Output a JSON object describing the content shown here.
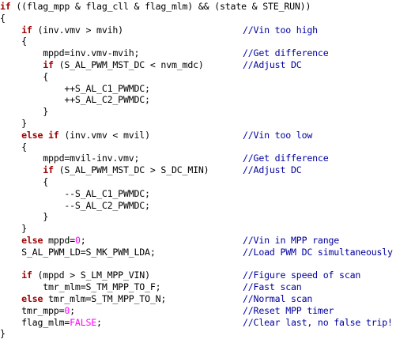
{
  "editor": {
    "colors": {
      "background": "#ffffff",
      "text": "#000000",
      "keyword": "#a00000",
      "comment": "#0000a0",
      "literal": "#ff00ff"
    },
    "lines": [
      {
        "tokens": [
          {
            "t": "if",
            "c": "kw"
          },
          {
            "t": " ((flag_mpp & flag_cll & flag_mlm) && (state & STE_RUN))"
          }
        ]
      },
      {
        "tokens": [
          {
            "t": "{"
          }
        ]
      },
      {
        "tokens": [
          {
            "t": "    "
          },
          {
            "t": "if",
            "c": "kw"
          },
          {
            "t": " (inv.vmv > mvih)"
          }
        ],
        "comment": "//Vin too high"
      },
      {
        "tokens": [
          {
            "t": "    {"
          }
        ]
      },
      {
        "tokens": [
          {
            "t": "        mppd=inv.vmv-mvih;"
          }
        ],
        "comment": "//Get difference"
      },
      {
        "tokens": [
          {
            "t": "        "
          },
          {
            "t": "if",
            "c": "kw"
          },
          {
            "t": " (S_AL_PWM_MST_DC < nvm_mdc)"
          }
        ],
        "comment": "//Adjust DC"
      },
      {
        "tokens": [
          {
            "t": "        {"
          }
        ]
      },
      {
        "tokens": [
          {
            "t": "            ++S_AL_C1_PWMDC;"
          }
        ]
      },
      {
        "tokens": [
          {
            "t": "            ++S_AL_C2_PWMDC;"
          }
        ]
      },
      {
        "tokens": [
          {
            "t": "        }"
          }
        ]
      },
      {
        "tokens": [
          {
            "t": "    }"
          }
        ]
      },
      {
        "tokens": [
          {
            "t": "    "
          },
          {
            "t": "else",
            "c": "kw"
          },
          {
            "t": " "
          },
          {
            "t": "if",
            "c": "kw"
          },
          {
            "t": " (inv.vmv < mvil)"
          }
        ],
        "comment": "//Vin too low"
      },
      {
        "tokens": [
          {
            "t": "    {"
          }
        ]
      },
      {
        "tokens": [
          {
            "t": "        mppd=mvil-inv.vmv;"
          }
        ],
        "comment": "//Get difference"
      },
      {
        "tokens": [
          {
            "t": "        "
          },
          {
            "t": "if",
            "c": "kw"
          },
          {
            "t": " (S_AL_PWM_MST_DC > S_DC_MIN)"
          }
        ],
        "comment": "//Adjust DC"
      },
      {
        "tokens": [
          {
            "t": "        {"
          }
        ]
      },
      {
        "tokens": [
          {
            "t": "            --S_AL_C1_PWMDC;"
          }
        ]
      },
      {
        "tokens": [
          {
            "t": "            --S_AL_C2_PWMDC;"
          }
        ]
      },
      {
        "tokens": [
          {
            "t": "        }"
          }
        ]
      },
      {
        "tokens": [
          {
            "t": "    }"
          }
        ]
      },
      {
        "tokens": [
          {
            "t": "    "
          },
          {
            "t": "else",
            "c": "kw"
          },
          {
            "t": " mppd="
          },
          {
            "t": "0",
            "c": "num"
          },
          {
            "t": ";"
          }
        ],
        "comment": "//Vin in MPP range"
      },
      {
        "tokens": [
          {
            "t": "    S_AL_PWM_LD=S_MK_PWM_LDA;"
          }
        ],
        "comment": "//Load PWM DC simultaneously"
      },
      {
        "tokens": []
      },
      {
        "tokens": [
          {
            "t": "    "
          },
          {
            "t": "if",
            "c": "kw"
          },
          {
            "t": " (mppd > S_LM_MPP_VIN)"
          }
        ],
        "comment": "//Figure speed of scan"
      },
      {
        "tokens": [
          {
            "t": "        tmr_mlm=S_TM_MPP_TO_F;"
          }
        ],
        "comment": "//Fast scan"
      },
      {
        "tokens": [
          {
            "t": "    "
          },
          {
            "t": "else",
            "c": "kw"
          },
          {
            "t": " tmr_mlm=S_TM_MPP_TO_N;"
          }
        ],
        "comment": "//Normal scan"
      },
      {
        "tokens": [
          {
            "t": "    tmr_mpp="
          },
          {
            "t": "0",
            "c": "num"
          },
          {
            "t": ";"
          }
        ],
        "comment": "//Reset MPP timer"
      },
      {
        "tokens": [
          {
            "t": "    flag_mlm="
          },
          {
            "t": "FALSE",
            "c": "num"
          },
          {
            "t": ";"
          }
        ],
        "comment": "//Clear last, no false trip!"
      },
      {
        "tokens": [
          {
            "t": "}"
          }
        ]
      }
    ]
  }
}
